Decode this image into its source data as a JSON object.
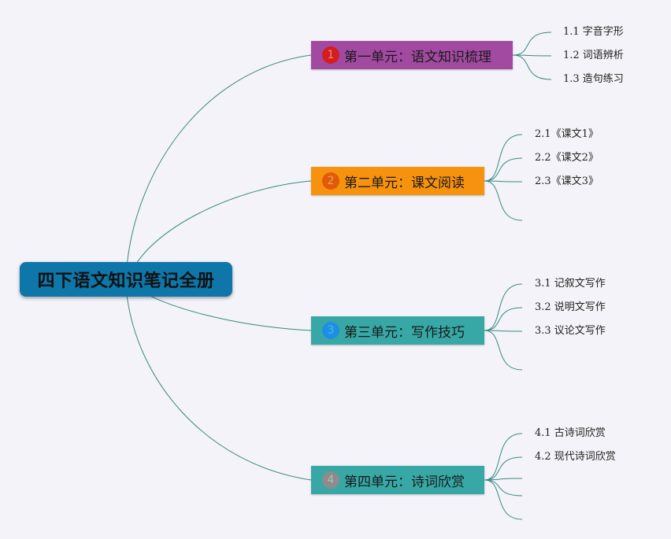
{
  "root": {
    "label": "四下语文知识笔记全册"
  },
  "branches": [
    {
      "badge": "1",
      "label": "第一单元：语文知识梳理",
      "color": "#a24aa1",
      "children": [
        "1.1 字音字形",
        "1.2 词语辨析",
        "1.3 造句练习"
      ]
    },
    {
      "badge": "2",
      "label": "第二单元：课文阅读",
      "color": "#f7920f",
      "children": [
        "2.1《课文1》",
        "2.2《课文2》",
        "2.3《课文3》",
        ""
      ]
    },
    {
      "badge": "3",
      "label": "第三单元：写作技巧",
      "color": "#38a8a6",
      "children": [
        "3.1 记叙文写作",
        "3.2 说明文写作",
        "3.3 议论文写作",
        ""
      ]
    },
    {
      "badge": "4",
      "label": "第四单元：诗词欣赏",
      "color": "#38a8a6",
      "children": [
        "4.1 古诗词欣赏",
        "4.2 现代诗词欣赏",
        "",
        "",
        ""
      ]
    }
  ],
  "line_color": "#3a8a80"
}
